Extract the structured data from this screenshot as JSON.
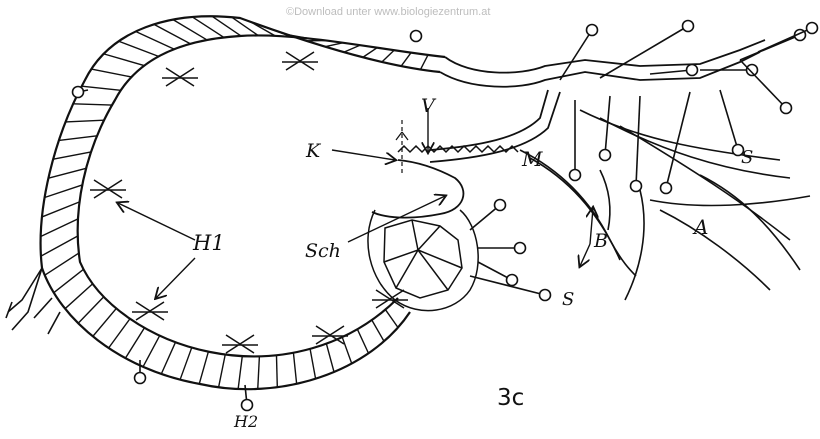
{
  "watermark": "©Download unter www.biologiezentrum.at",
  "labels": {
    "k": "K",
    "v": "V",
    "m": "M",
    "s_upper": "S",
    "a": "A",
    "b": "B",
    "sch": "Sch",
    "h1": "H1",
    "s_lower": "S",
    "h2": "H2"
  },
  "figure_number": "3c",
  "colors": {
    "ink": "#111111",
    "paper": "#ffffff",
    "watermark": "#bdbdbd"
  }
}
